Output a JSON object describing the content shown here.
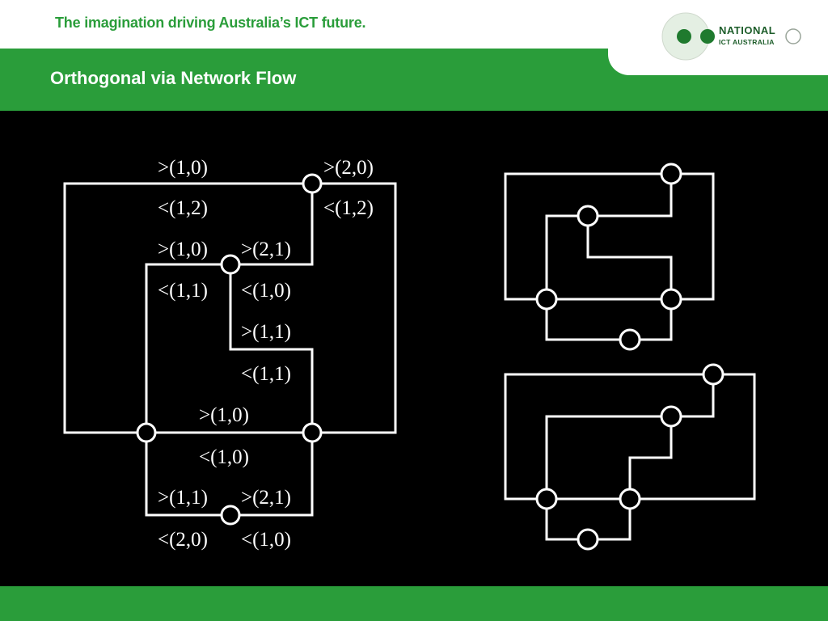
{
  "header": {
    "tagline": "The imagination driving Australia’s ICT future.",
    "logo": {
      "line1": "NATIONAL",
      "line2": "ICT AUSTRALIA"
    }
  },
  "slide": {
    "title": "Orthogonal via Network Flow"
  },
  "colors": {
    "brand_green": "#2a9d3a",
    "background": "#000000",
    "line": "#ffffff"
  },
  "diagram": {
    "flow_labels": [
      ">(1,0)",
      ">(2,0)",
      "<(1,2)",
      "<(1,2)",
      ">(1,0)",
      ">(2,1)",
      "<(1,1)",
      "<(1,0)",
      ">(1,1)",
      "<(1,1)",
      ">(1,0)",
      "<(1,0)",
      ">(1,1)",
      ">(2,1)",
      "<(2,0)",
      "<(1,0)"
    ]
  }
}
